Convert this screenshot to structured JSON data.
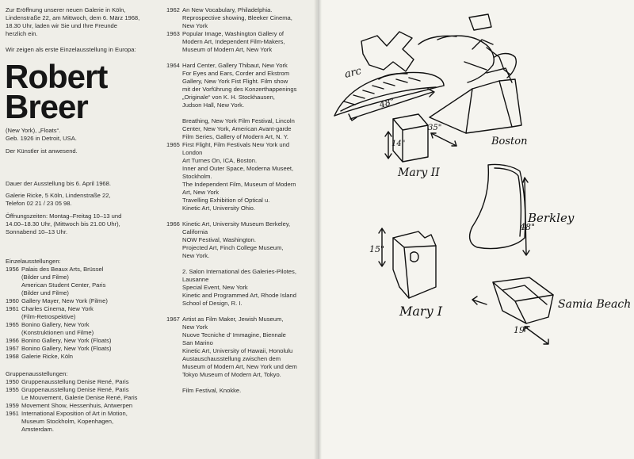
{
  "left": {
    "invite": [
      "Zur Eröffnung unserer neuen Galerie in Köln,",
      "Lindenstraße 22, am Mittwoch, dem 6. März 1968,",
      "18.30 Uhr, laden wir Sie und Ihre Freunde",
      "herzlich ein."
    ],
    "intro": "Wir zeigen als erste Einzelausstellung in Europa:",
    "artist_first": "Robert",
    "artist_last": "Breer",
    "bio": [
      "(New York), „Floats“.",
      "Geb. 1926 in Detroit, USA."
    ],
    "present": "Der Künstler ist anwesend.",
    "duration": "Dauer der Ausstellung bis 6. April 1968.",
    "address": [
      "Galerie Ricke, 5 Köln, Lindenstraße 22,",
      "Telefon 02 21 / 23 05 98."
    ],
    "hours": [
      "Öffnungszeiten: Montag–Freitag 10–13 und",
      "14.00–18.30 Uhr, (Mittwoch bis 21.00 Uhr),",
      "Sonnabend 10–13 Uhr."
    ],
    "solo_heading": "Einzelausstellungen:",
    "solo": [
      {
        "year": "1956",
        "lines": [
          "Palais des Beaux Arts, Brüssel",
          "(Bilder und Filme)",
          "American Student Center, Paris",
          "(Bilder und Filme)"
        ]
      },
      {
        "year": "1960",
        "lines": [
          "Gallery Mayer, New York (Filme)"
        ]
      },
      {
        "year": "1961",
        "lines": [
          "Charles Cinema, New York",
          "(Film-Retrospektive)"
        ]
      },
      {
        "year": "1965",
        "lines": [
          "Bonino Gallery, New York",
          "(Konstruktionen und Filme)"
        ]
      },
      {
        "year": "1966",
        "lines": [
          "Bonino Gallery, New York (Floats)"
        ]
      },
      {
        "year": "1967",
        "lines": [
          "Bonino Gallery, New York (Floats)"
        ]
      },
      {
        "year": "1968",
        "lines": [
          "Galerie Ricke, Köln"
        ]
      }
    ],
    "group_heading": "Gruppenausstellungen:",
    "group": [
      {
        "year": "1950",
        "lines": [
          "Gruppenausstellung Denise René, Paris"
        ]
      },
      {
        "year": "1955",
        "lines": [
          "Gruppenausstellung Denise René, Paris",
          "Le Mouvement, Galerie Denise René, Paris"
        ]
      },
      {
        "year": "1959",
        "lines": [
          "Movement Show, Hessenhuis, Antwerpen"
        ]
      },
      {
        "year": "1961",
        "lines": [
          "International Exposition of Art in Motion,",
          "Museum Stockholm, Kopenhagen,",
          "Amsterdam."
        ]
      }
    ]
  },
  "middle": [
    {
      "year": "1962",
      "lines": [
        "An New Vocabulary, Philadelphia.",
        "Reprospective showing, Bleeker Cinema,",
        "New York"
      ]
    },
    {
      "year": "1963",
      "lines": [
        "Popular Image, Washington Gallery of",
        "Modern Art, Independent Film-Makers,",
        "Museum of Modern Art, New York"
      ]
    },
    {
      "year": "",
      "lines": [
        ""
      ]
    },
    {
      "year": "1964",
      "lines": [
        "Hard Center, Gallery Thibaut, New York",
        "For Eyes and Ears, Corder and Ekstrom",
        "Gallery, New York Fist Flight. Film show",
        "mit der Vorführung des Konzerthappenings",
        "„Originale“ von K. H. Stockhausen,",
        "Judson Hall, New York."
      ]
    },
    {
      "year": "",
      "lines": [
        ""
      ]
    },
    {
      "year": "",
      "lines": [
        "Breathing, New York Film Festival, Lincoln",
        "Center, New York, American Avant-garde",
        "Film Series, Gallery of Modern Art, N. Y."
      ]
    },
    {
      "year": "1965",
      "lines": [
        "First Flight, Film Festivals New York und",
        "London",
        "Art Turnes On, ICA, Boston.",
        "Inner and Outer Space, Moderna Museet,",
        "Stockholm.",
        "The Independent Film, Museum of Modern",
        "Art, New York",
        "Travelling Exhibition of Optical u.",
        "Kinetic Art, University Ohio."
      ]
    },
    {
      "year": "",
      "lines": [
        ""
      ]
    },
    {
      "year": "1966",
      "lines": [
        "Kinetic Art, University Museum Berkeley,",
        "California",
        "NOW Festival, Washington.",
        "Projected Art, Finch College Museum,",
        "New York."
      ]
    },
    {
      "year": "",
      "lines": [
        ""
      ]
    },
    {
      "year": "",
      "lines": [
        "2. Salon International des Galeries-Pilotes,",
        "Lausanne",
        "Special Event, New York",
        "Kinetic and Programmed Art, Rhode Island",
        "School of Design, R. I."
      ]
    },
    {
      "year": "",
      "lines": [
        ""
      ]
    },
    {
      "year": "1967",
      "lines": [
        "Artist as Film Maker, Jewish Museum,",
        "New York",
        "Nuove Tecniche d' Immagine, Biennale",
        "San Marino",
        "Kinetic Art, University of Hawaii, Honolulu",
        "Austauschausstellung zwischen dem",
        "Museum of Modern Art, New York und dem",
        "Tokyo Museum of Modern Art, Tokyo."
      ]
    },
    {
      "year": "",
      "lines": [
        ""
      ]
    },
    {
      "year": "",
      "lines": [
        "Film Festival, Knokke."
      ]
    }
  ],
  "sketch": {
    "arc": "arc",
    "dim_48_a": "48\"",
    "dim_35": "35\"",
    "boston": "Boston",
    "dim_14": "14\"",
    "mary2": "Mary II",
    "berkley": "Berkley",
    "dim_48_b": "48\"",
    "dim_15": "15\"",
    "mary1": "Mary I",
    "samia": "Samia Beach",
    "dim_19": "19\""
  }
}
